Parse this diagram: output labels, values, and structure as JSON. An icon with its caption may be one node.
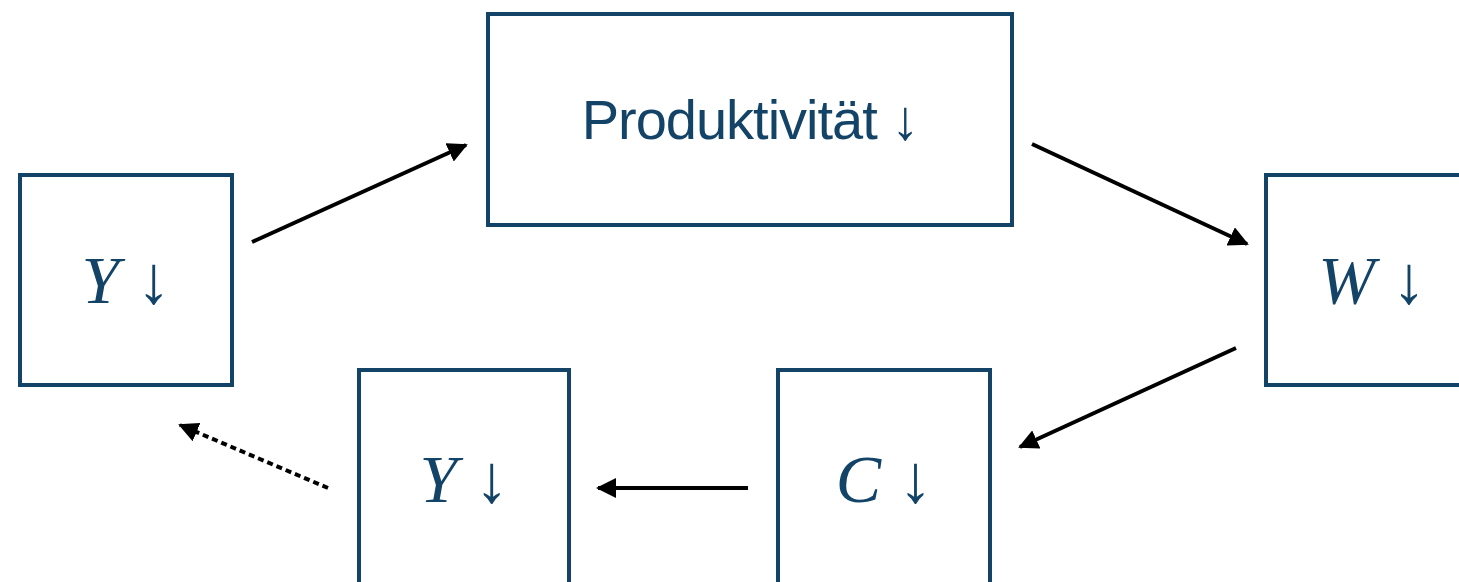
{
  "diagram": {
    "nodes": [
      {
        "text": [
          "*Y* ↓"
        ]
      },
      {
        "text": [
          "Produktivität ↓"
        ]
      },
      {
        "text": [
          "*W* ↓"
        ]
      },
      {
        "text": [
          "*C* ↓"
        ]
      },
      {
        "text": [
          "*Y* ↓"
        ]
      }
    ],
    "edges": [
      {
        "from": 0,
        "to": 1,
        "arrow": "to"
      },
      {
        "from": 1,
        "to": 2,
        "arrow": "to"
      },
      {
        "from": 2,
        "to": 3,
        "arrow": "to"
      },
      {
        "from": 3,
        "to": 4,
        "arrow": "to"
      },
      {
        "from": 4,
        "to": 0,
        "arrow": "to",
        "style": "dashed"
      }
    ]
  }
}
